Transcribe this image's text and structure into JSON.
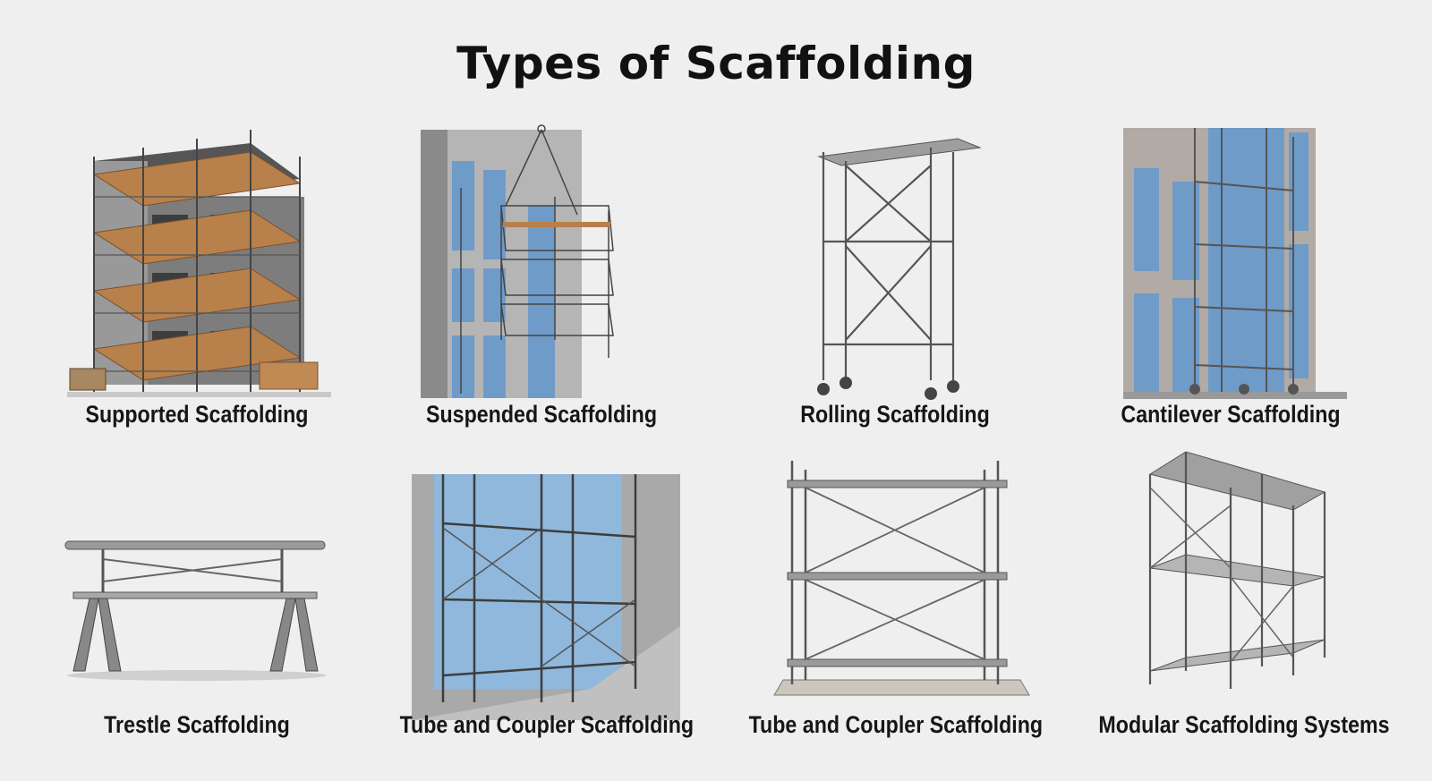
{
  "title": "Types of Scaffolding",
  "items": [
    {
      "label": "Supported Scaffolding"
    },
    {
      "label": "Suspended Scaffolding"
    },
    {
      "label": "Rolling Scaffolding"
    },
    {
      "label": "Cantilever Scaffolding"
    },
    {
      "label": "Trestle Scaffolding"
    },
    {
      "label": "Tube and Coupler Scaffolding"
    },
    {
      "label": "Tube and Coupler Scaffolding"
    },
    {
      "label": "Modular Scaffolding Systems"
    }
  ],
  "colors": {
    "background": "#efefef",
    "steel": "#6f6f6f",
    "wood": "#b8804a",
    "glass": "#7da6d0",
    "concrete": "#b9b9b9"
  }
}
